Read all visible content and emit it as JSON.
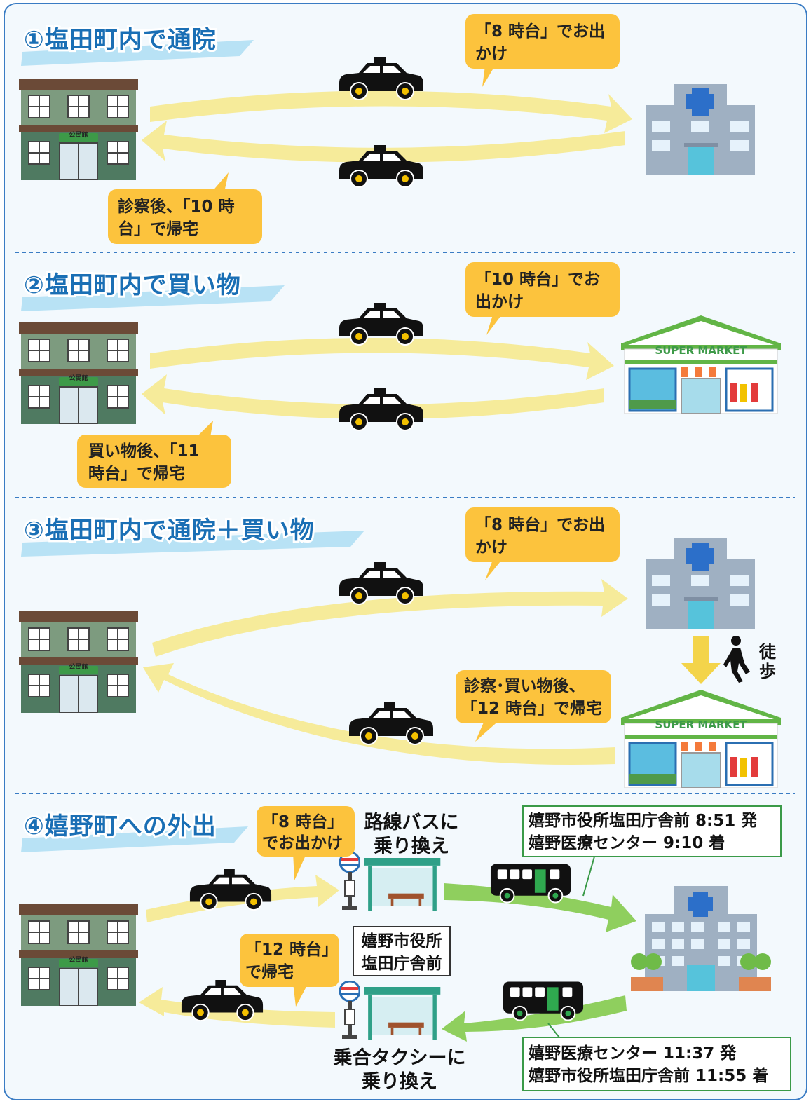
{
  "sections": [
    {
      "title": "①塩田町内で通院",
      "go_bubble": [
        "「8 時台」でお出",
        "かけ"
      ],
      "return_bubble": [
        "診察後、「10 時",
        "台」で帰宅"
      ]
    },
    {
      "title": "②塩田町内で買い物",
      "go_bubble": [
        "「10 時台」でお",
        "出かけ"
      ],
      "return_bubble": [
        "買い物後、「11",
        "時台」で帰宅"
      ]
    },
    {
      "title": "③塩田町内で通院＋買い物",
      "go_bubble": [
        "「8 時台」でお出",
        "かけ"
      ],
      "return_bubble": [
        "診察･買い物後、",
        "「12 時台」で帰宅"
      ],
      "walk_label": [
        "徒",
        "歩"
      ]
    },
    {
      "title": "④嬉野町への外出",
      "go_bubble": [
        "「8 時台」",
        "でお出かけ"
      ],
      "return_bubble": [
        "「12 時台」",
        "で帰宅"
      ],
      "bus_transfer": [
        "路線バスに",
        "乗り換え"
      ],
      "taxi_transfer": [
        "乗合タクシーに",
        "乗り換え"
      ],
      "stop_name": [
        "嬉野市役所",
        "塩田庁舎前"
      ],
      "outbound_schedule": [
        "嬉野市役所塩田庁舎前 8:51 発",
        "嬉野医療センター 9:10 着"
      ],
      "return_schedule": [
        "嬉野医療センター 11:37 発",
        "嬉野市役所塩田庁舎前 11:55 着"
      ]
    }
  ],
  "signs": {
    "community_center": "公民館",
    "supermarket": "SUPER MARKET"
  },
  "icons": [
    "community-center-icon",
    "taxi-icon",
    "hospital-icon",
    "supermarket-icon",
    "walking-person-icon",
    "bus-icon",
    "bus-stop-icon",
    "bus-shelter-icon"
  ],
  "colors": {
    "title_blue": "#1a6fb5",
    "arrow_yellow": "#f6eb9a",
    "arrow_green": "#8fcf5e",
    "bubble_orange": "#fcc33d",
    "frame_blue": "#3a7cc4"
  }
}
